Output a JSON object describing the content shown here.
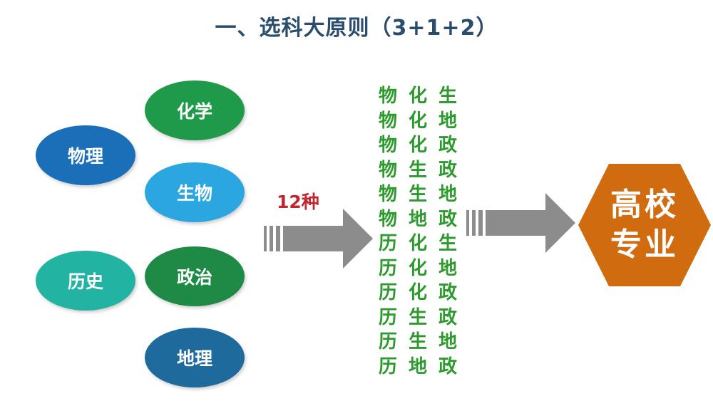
{
  "title": "一、选科大原则（3+1+2）",
  "subjects": [
    {
      "label": "化学",
      "color": "#1f9a4a"
    },
    {
      "label": "物理",
      "color": "#1a6fb8"
    },
    {
      "label": "生物",
      "color": "#2ca6e0"
    },
    {
      "label": "历史",
      "color": "#22b3a3"
    },
    {
      "label": "政治",
      "color": "#1e8a46"
    },
    {
      "label": "地理",
      "color": "#1f6a9c"
    }
  ],
  "count_label": "12种",
  "combinations": [
    [
      "物",
      "化",
      "生"
    ],
    [
      "物",
      "化",
      "地"
    ],
    [
      "物",
      "化",
      "政"
    ],
    [
      "物",
      "生",
      "政"
    ],
    [
      "物",
      "生",
      "地"
    ],
    [
      "物",
      "地",
      "政"
    ],
    [
      "历",
      "化",
      "生"
    ],
    [
      "历",
      "化",
      "地"
    ],
    [
      "历",
      "化",
      "政"
    ],
    [
      "历",
      "生",
      "政"
    ],
    [
      "历",
      "生",
      "地"
    ],
    [
      "历",
      "地",
      "政"
    ]
  ],
  "target": {
    "line1": "高校",
    "line2": "专业",
    "color": "#d06c0f"
  },
  "colors": {
    "title": "#2a4d6e",
    "arrow": "#8c8c8c",
    "combo_text": "#2c9a2c",
    "count_label": "#c0262d"
  }
}
